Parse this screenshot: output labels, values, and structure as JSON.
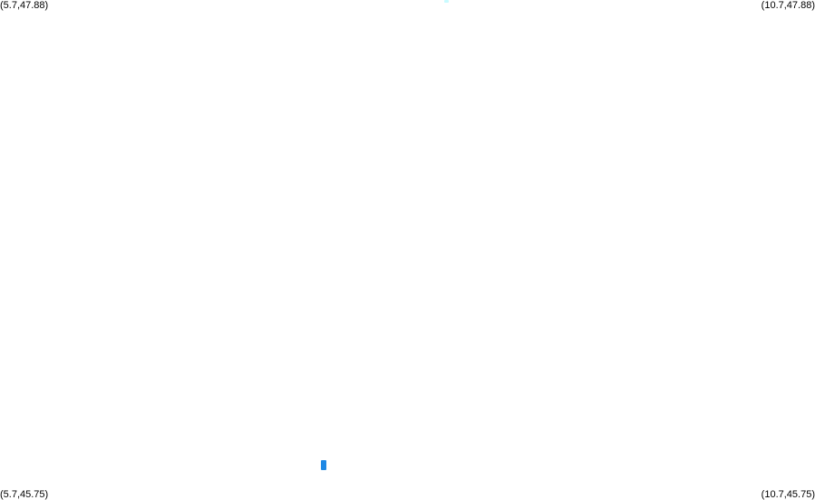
{
  "corners": {
    "top_left": "(5.7,47.88)",
    "top_right": "(10.7,47.88)",
    "bottom_left": "(5.7,45.75)",
    "bottom_right": "(10.7,45.75)"
  },
  "markers": [
    {
      "name": "cyan-marker",
      "color": "#c9fbff"
    },
    {
      "name": "blue-marker",
      "color": "#1e88e5"
    }
  ]
}
